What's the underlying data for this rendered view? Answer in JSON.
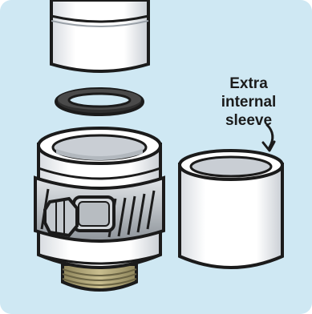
{
  "diagram": {
    "background_color": "#cfe8f3",
    "callout": {
      "lines": [
        "Extra",
        "internal",
        "sleeve"
      ]
    },
    "parts": [
      {
        "name": "upper-pipe"
      },
      {
        "name": "rubber-washer"
      },
      {
        "name": "coupling-body"
      },
      {
        "name": "hose-clamp"
      },
      {
        "name": "threaded-end"
      },
      {
        "name": "extra-internal-sleeve"
      }
    ],
    "colors": {
      "pipe_white": "#ffffff",
      "pipe_shade": "#d7dbe0",
      "outline": "#1b1b1b",
      "washer": "#333333",
      "clamp": "#bfc3c7",
      "threads": "#b0a57a"
    }
  }
}
